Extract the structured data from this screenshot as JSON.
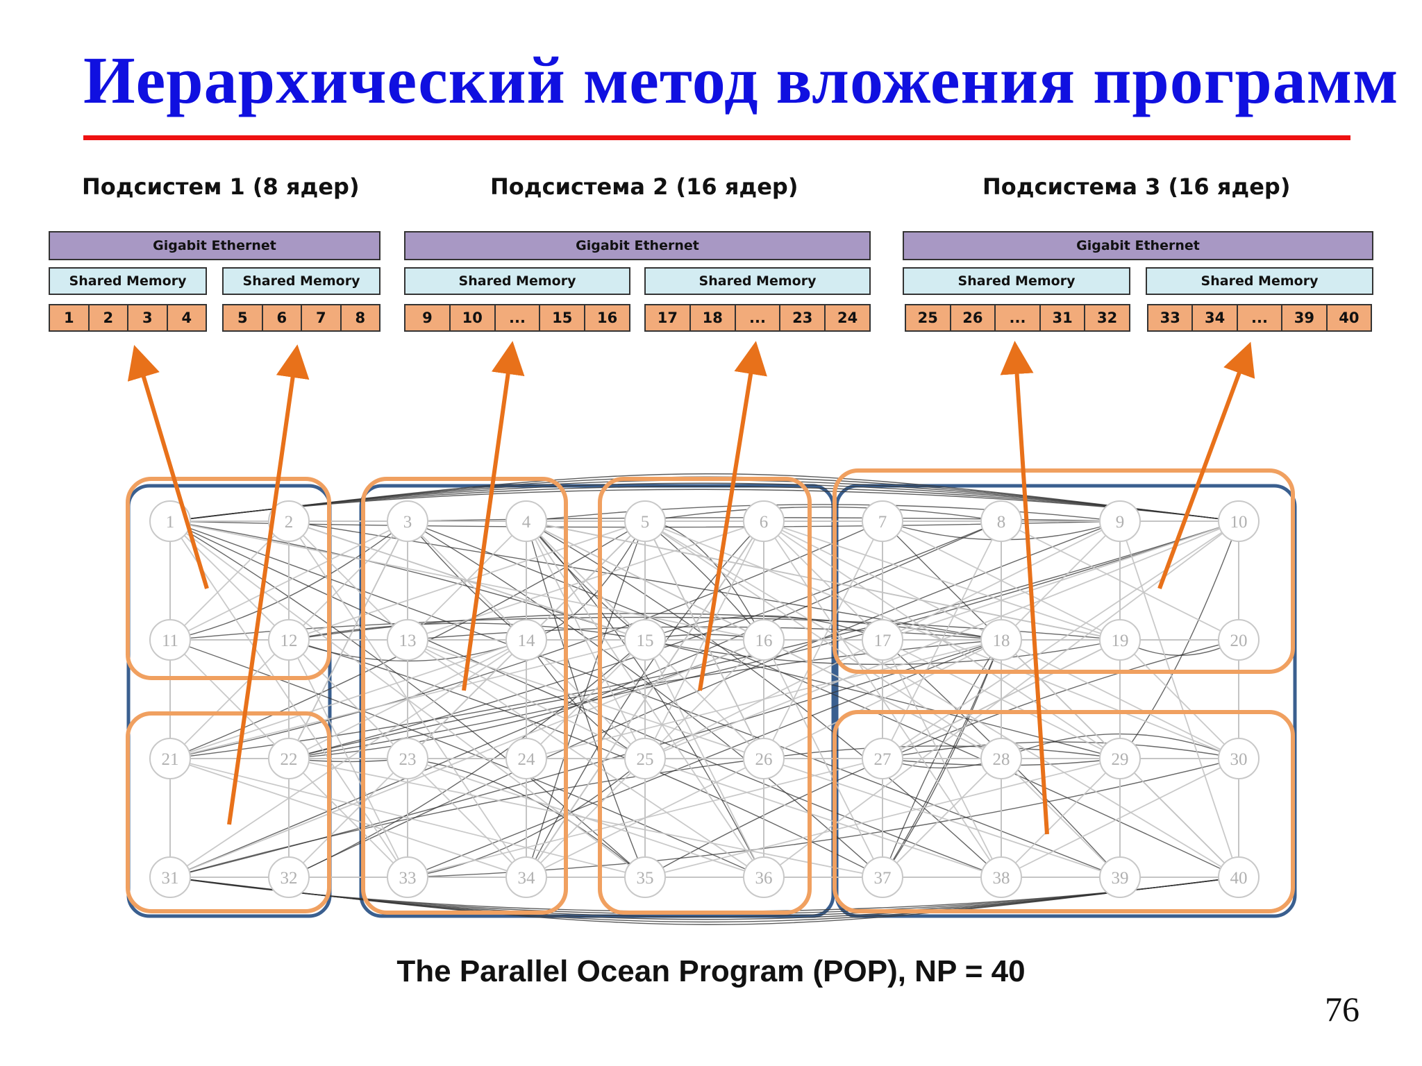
{
  "slide": {
    "title": "Иерархический метод вложения программ",
    "page_number": "76",
    "caption": "The Parallel Ocean Program (POP), NP = 40"
  },
  "subsystems": [
    {
      "heading": "Подсистем 1 (8 ядер)",
      "network": "Gigabit Ethernet",
      "nodes": [
        {
          "memory": "Shared Memory",
          "cores": [
            "1",
            "2",
            "3",
            "4"
          ]
        },
        {
          "memory": "Shared Memory",
          "cores": [
            "5",
            "6",
            "7",
            "8"
          ]
        }
      ]
    },
    {
      "heading": "Подсистема 2 (16 ядер)",
      "network": "Gigabit Ethernet",
      "nodes": [
        {
          "memory": "Shared Memory",
          "cores": [
            "9",
            "10",
            "...",
            "15",
            "16"
          ]
        },
        {
          "memory": "Shared Memory",
          "cores": [
            "17",
            "18",
            "...",
            "23",
            "24"
          ]
        }
      ]
    },
    {
      "heading": "Подсистема 3 (16 ядер)",
      "network": "Gigabit Ethernet",
      "nodes": [
        {
          "memory": "Shared Memory",
          "cores": [
            "25",
            "26",
            "...",
            "31",
            "32"
          ]
        },
        {
          "memory": "Shared Memory",
          "cores": [
            "33",
            "34",
            "...",
            "39",
            "40"
          ]
        }
      ]
    }
  ],
  "graph": {
    "rows": [
      [
        "1",
        "2",
        "3",
        "4",
        "5",
        "6",
        "7",
        "8",
        "9",
        "10"
      ],
      [
        "11",
        "12",
        "13",
        "14",
        "15",
        "16",
        "17",
        "18",
        "19",
        "20"
      ],
      [
        "21",
        "22",
        "23",
        "24",
        "25",
        "26",
        "27",
        "28",
        "29",
        "30"
      ],
      [
        "31",
        "32",
        "33",
        "34",
        "35",
        "36",
        "37",
        "38",
        "39",
        "40"
      ]
    ]
  },
  "colors": {
    "title": "#1010e0",
    "rule": "#ee1111",
    "ethernet": "#a898c4",
    "shared_memory": "#d3ecf2",
    "cores": "#f2ab7a",
    "group_border": "#f0a060",
    "arrow": "#e8711a",
    "node_stroke": "#c8c8c8",
    "edge_light": "#c4c4c4",
    "edge_dark": "#333333",
    "cluster_blue": "#3a5f8f"
  }
}
